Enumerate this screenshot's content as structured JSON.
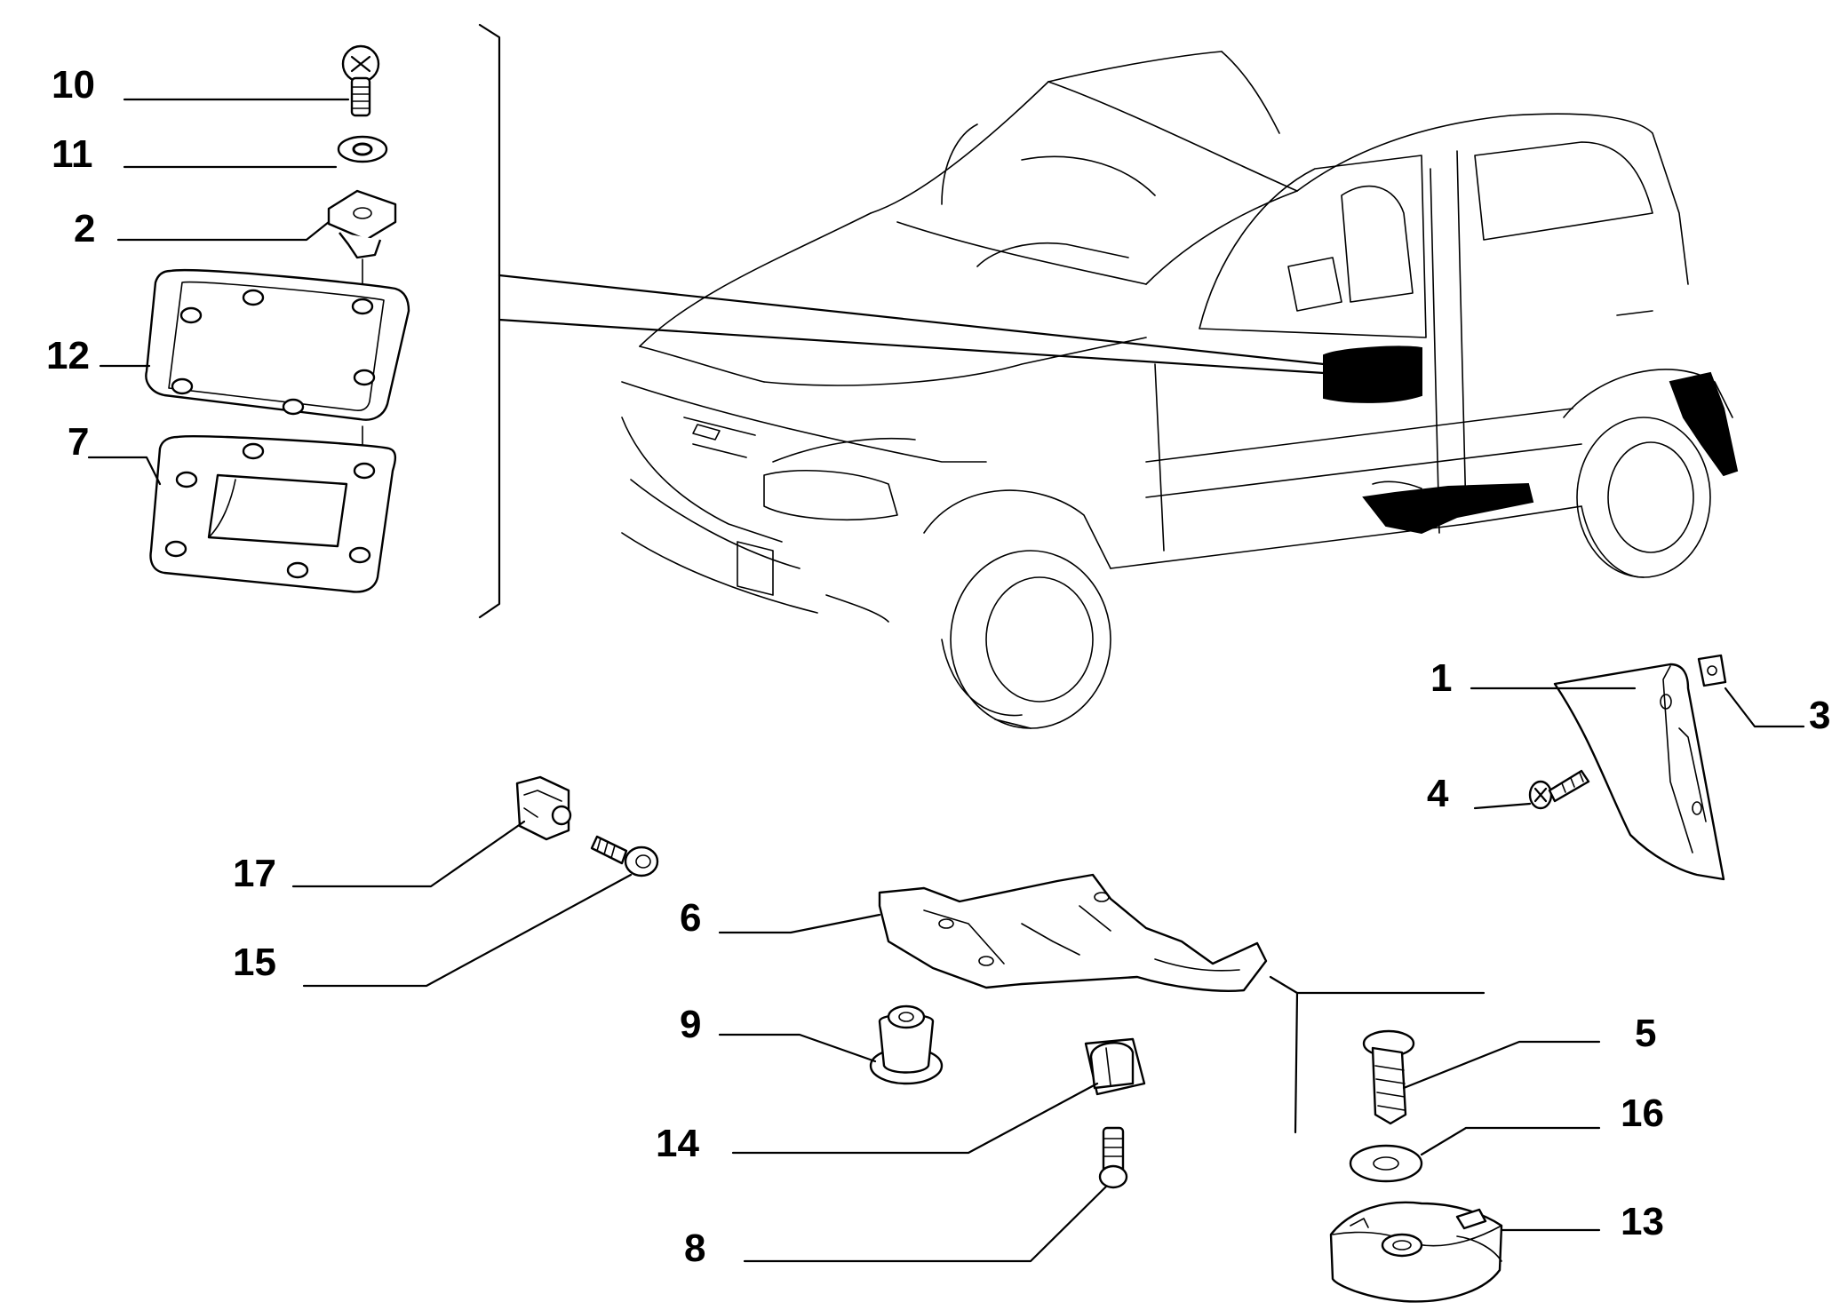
{
  "diagram": {
    "callouts": [
      {
        "id": "10",
        "label": "10"
      },
      {
        "id": "11",
        "label": "11"
      },
      {
        "id": "2",
        "label": "2"
      },
      {
        "id": "12",
        "label": "12"
      },
      {
        "id": "7",
        "label": "7"
      },
      {
        "id": "1",
        "label": "1"
      },
      {
        "id": "3",
        "label": "3"
      },
      {
        "id": "4",
        "label": "4"
      },
      {
        "id": "17",
        "label": "17"
      },
      {
        "id": "15",
        "label": "15"
      },
      {
        "id": "6",
        "label": "6"
      },
      {
        "id": "9",
        "label": "9"
      },
      {
        "id": "5",
        "label": "5"
      },
      {
        "id": "16",
        "label": "16"
      },
      {
        "id": "14",
        "label": "14"
      },
      {
        "id": "13",
        "label": "13"
      },
      {
        "id": "8",
        "label": "8"
      }
    ]
  }
}
